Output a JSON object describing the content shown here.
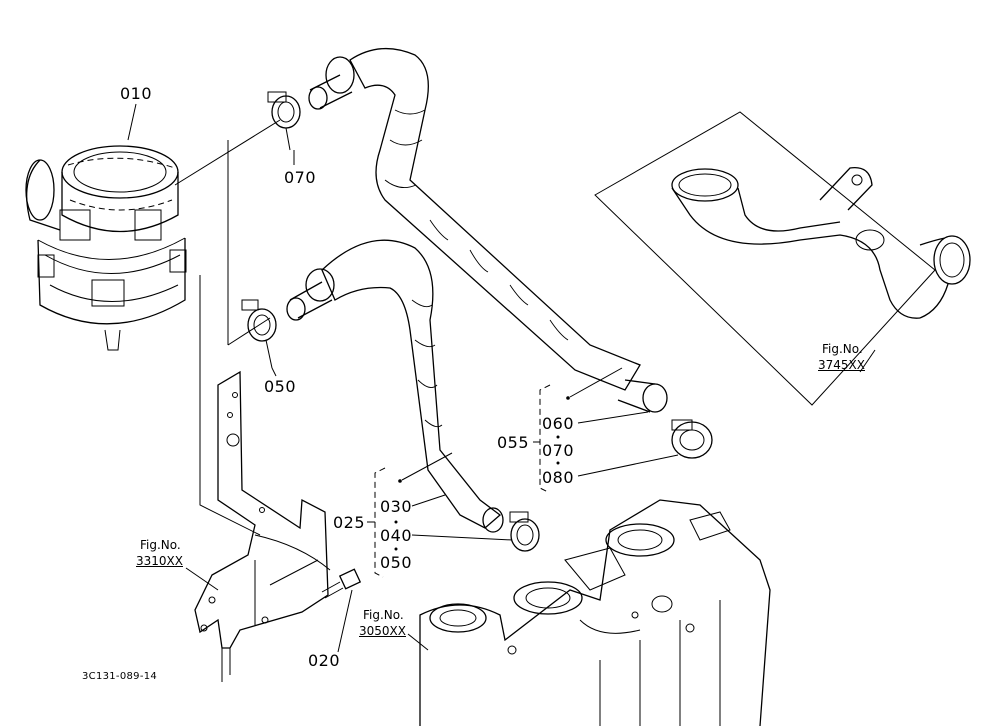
{
  "parts": {
    "p010": "010",
    "p070_top": "070",
    "p050": "050",
    "p055": "055",
    "p060": "060",
    "p070_right": "070",
    "p080": "080",
    "p025": "025",
    "p030": "030",
    "p040": "040",
    "p050_bottom": "050",
    "p020": "020"
  },
  "figure_refs": {
    "fig_3745": {
      "label": "Fig.No.",
      "number": "3745XX"
    },
    "fig_3310": {
      "label": "Fig.No.",
      "number": "3310XX"
    },
    "fig_3050": {
      "label": "Fig.No.",
      "number": "3050XX"
    }
  },
  "drawing_code": "3C131-089-14"
}
